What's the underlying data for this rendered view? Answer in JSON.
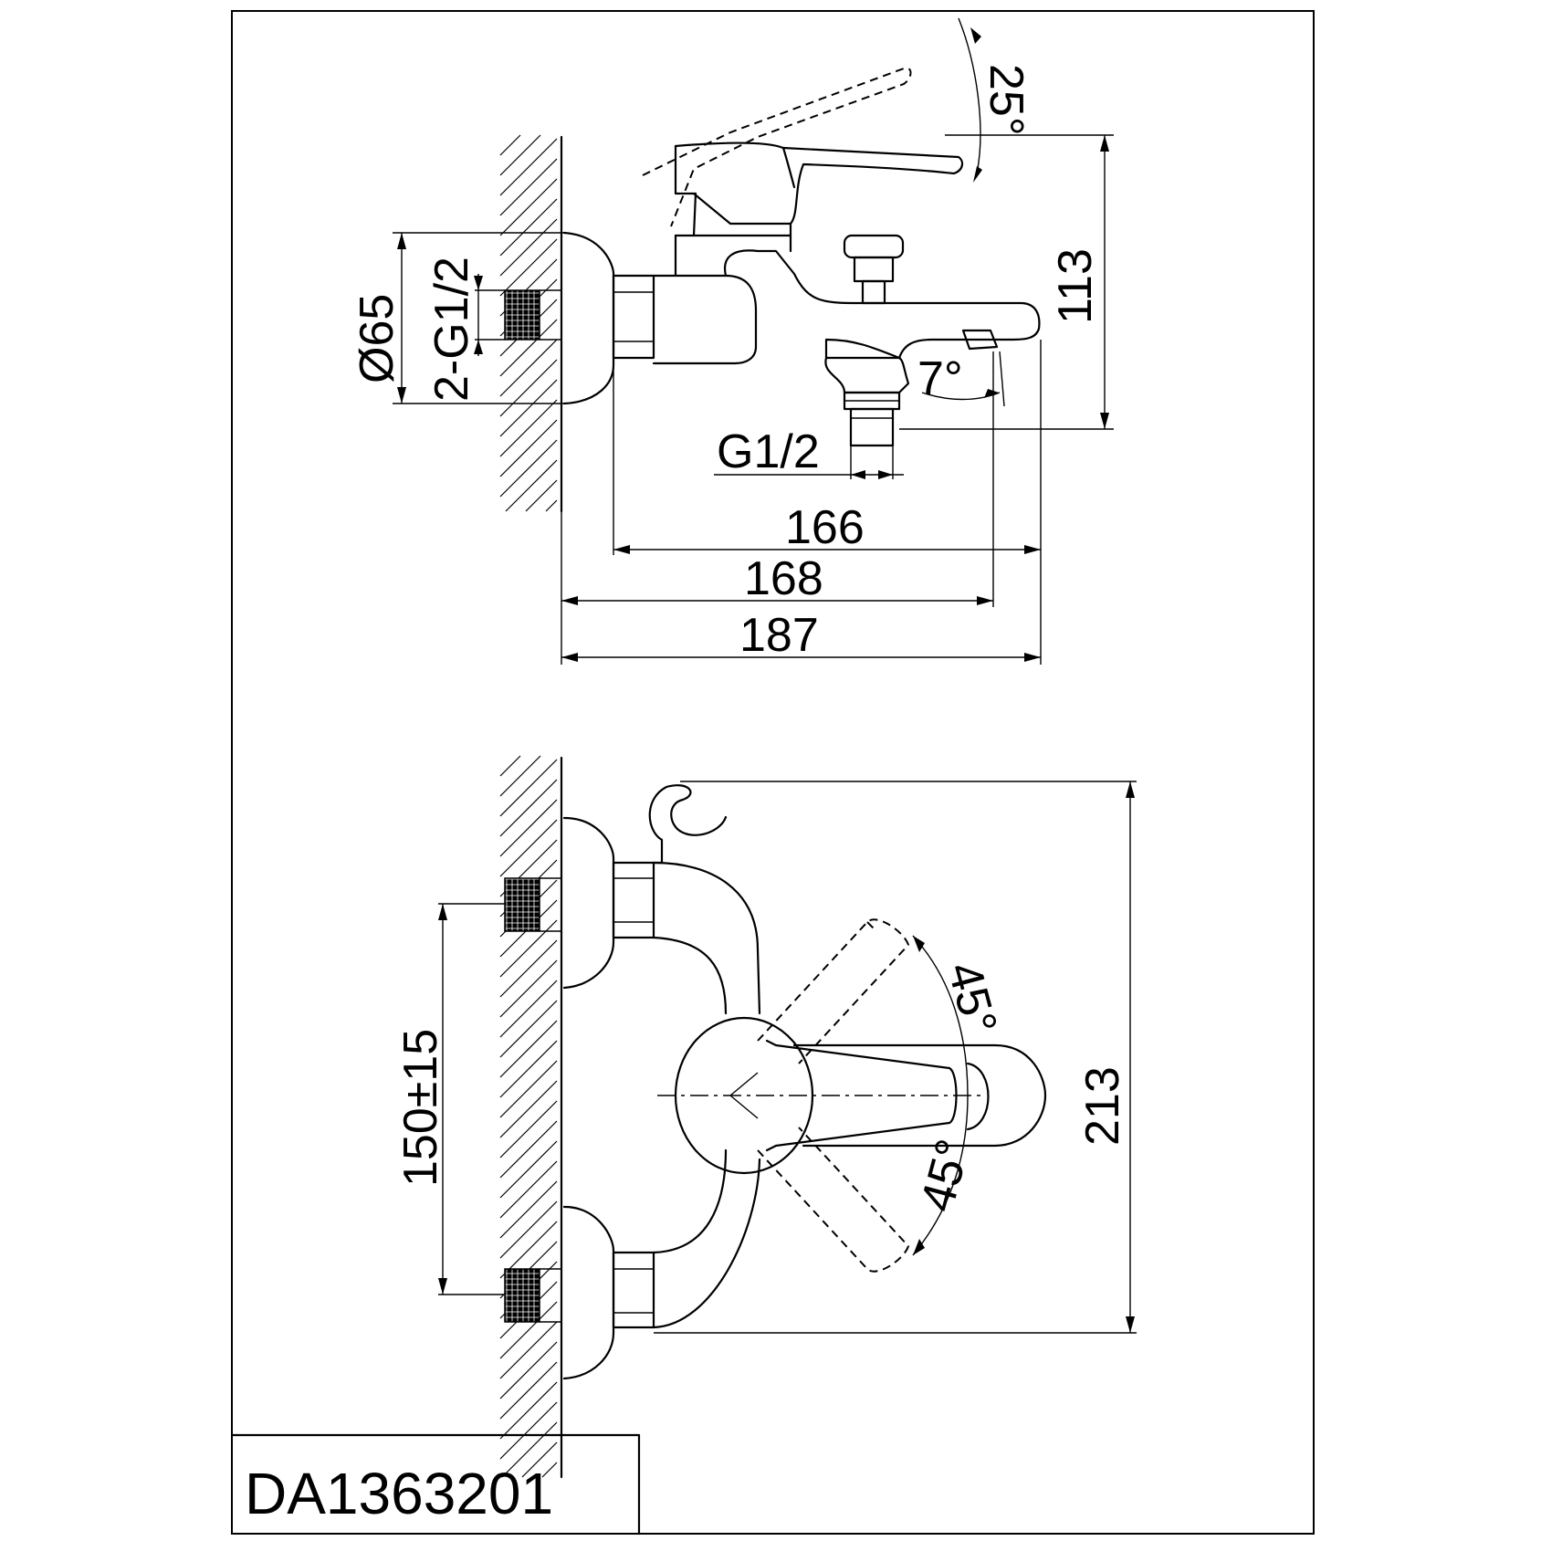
{
  "drawing": {
    "part_number": "DA1363201",
    "side_view": {
      "handle_angle": "25°",
      "spout_angle": "7°",
      "height": "113",
      "wall_flange_diameter": "Ø65",
      "inlet_thread": "2-G1/2",
      "outlet_thread": "G1/2",
      "length_spout": "166",
      "length_outlet": "168",
      "length_overall": "187"
    },
    "top_view": {
      "inlet_spacing": "150±15",
      "overall_width": "213",
      "lever_angle_up": "45°",
      "lever_angle_down": "45°"
    }
  }
}
